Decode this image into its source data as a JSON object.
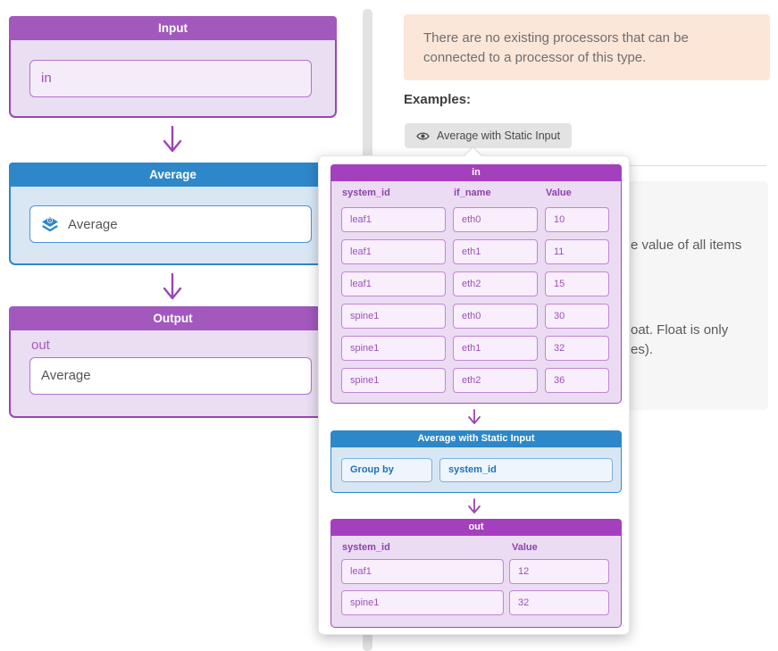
{
  "flow": {
    "input": {
      "title": "Input",
      "field_value": "in"
    },
    "average": {
      "title": "Average",
      "field_value": "Average"
    },
    "output": {
      "title": "Output",
      "field_label": "out",
      "field_value": "Average"
    }
  },
  "help_panel": {
    "notice": "There are no existing processors that can be connected to a processor of this type.",
    "examples_heading": "Examples:",
    "example_button_label": "Average with Static Input",
    "clipped_text": {
      "line1": "e value of all items",
      "line2": "oat. Float is only",
      "line3": "es)."
    }
  },
  "example_popup": {
    "in_table": {
      "title": "in",
      "columns": [
        "system_id",
        "if_name",
        "Value"
      ],
      "rows": [
        [
          "leaf1",
          "eth0",
          "10"
        ],
        [
          "leaf1",
          "eth1",
          "11"
        ],
        [
          "leaf1",
          "eth2",
          "15"
        ],
        [
          "spine1",
          "eth0",
          "30"
        ],
        [
          "spine1",
          "eth1",
          "32"
        ],
        [
          "spine1",
          "eth2",
          "36"
        ]
      ]
    },
    "processor": {
      "title": "Average with Static Input",
      "group_by_label": "Group by",
      "group_by_value": "system_id"
    },
    "out_table": {
      "title": "out",
      "columns": [
        "system_id",
        "Value"
      ],
      "rows": [
        [
          "leaf1",
          "12"
        ],
        [
          "spine1",
          "32"
        ]
      ]
    }
  },
  "colors": {
    "purple_header": "#a43fbe",
    "purple_header_light": "#a258bd",
    "blue_header": "#2d87c9",
    "notice_bg": "#fce6d8",
    "arrow": "#9d44b5"
  }
}
